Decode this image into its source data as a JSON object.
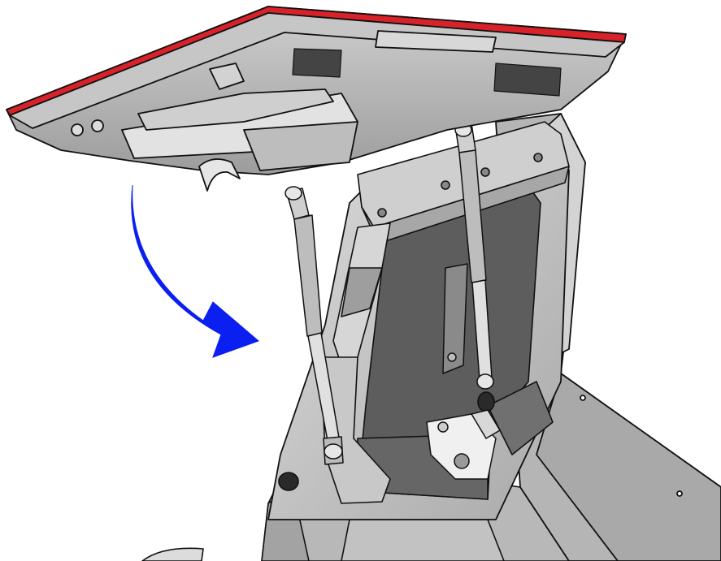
{
  "figure": {
    "subject": "kiosk-display-tilt-mechanism",
    "arrow_direction": "tilt-down",
    "colors": {
      "arrow": "#0a1ff0",
      "bezel_accent": "#d8222a",
      "body_light": "#d0d0d0",
      "body_mid": "#a6a6a6",
      "body_dark": "#6c6c6c",
      "cavity": "#5b5b5b",
      "outline": "#111111"
    },
    "icons": [
      "curved-arrow-icon",
      "gas-spring-left",
      "gas-spring-right"
    ]
  }
}
